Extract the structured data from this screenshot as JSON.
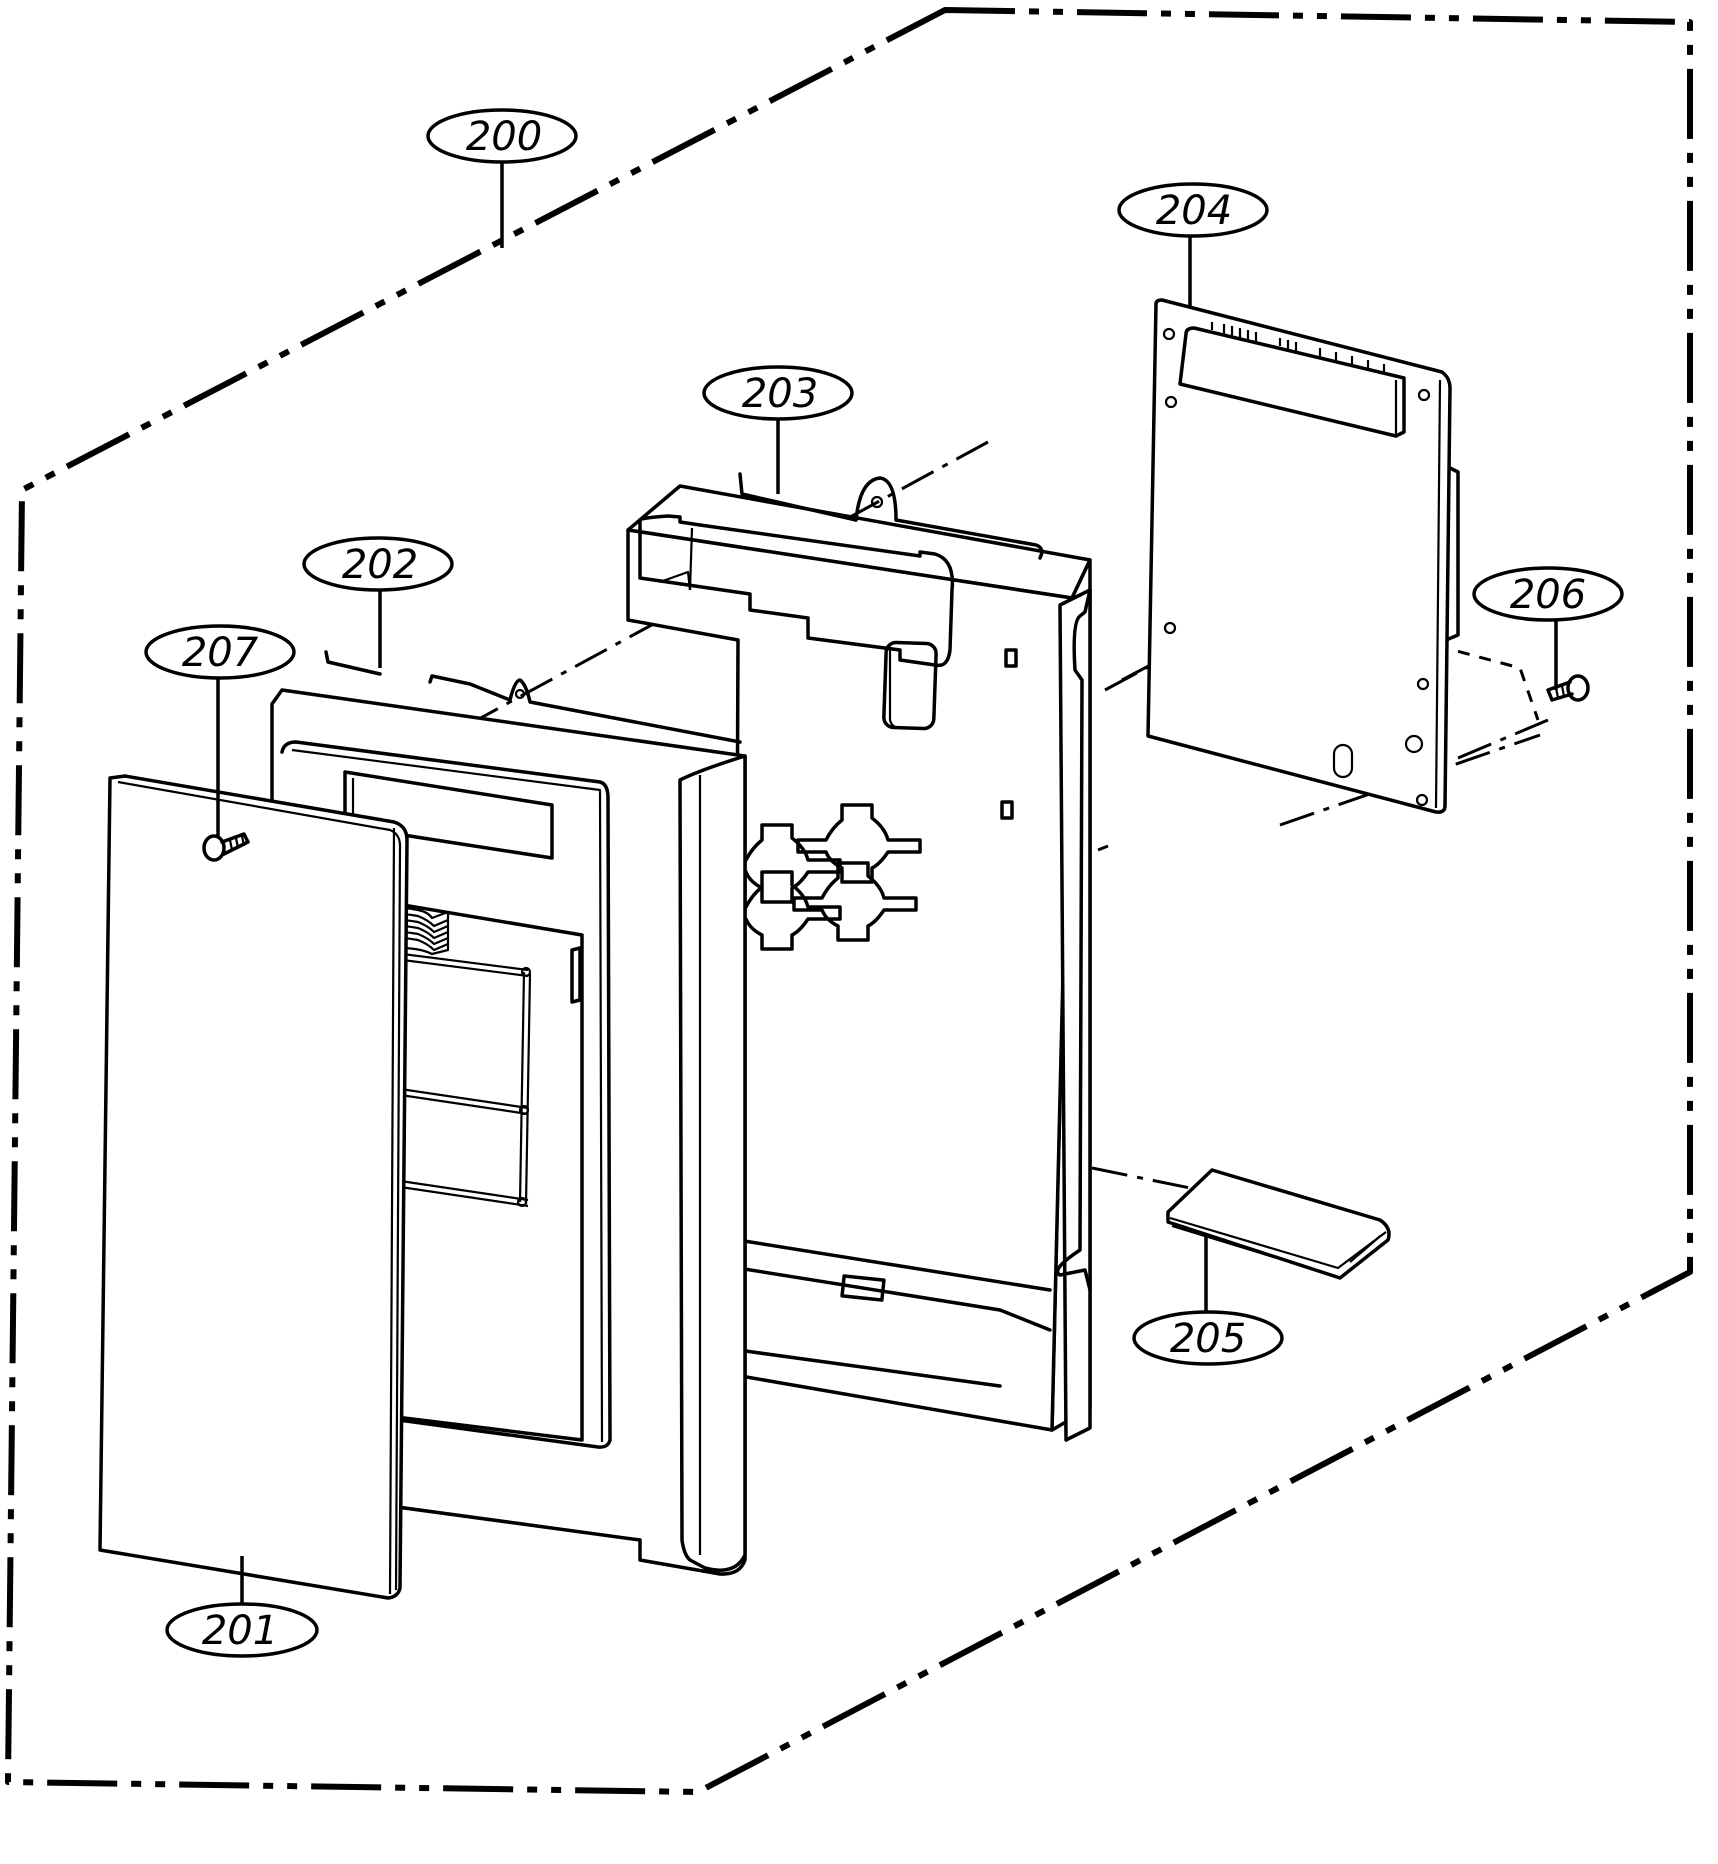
{
  "diagram": {
    "type": "exploded-parts-view",
    "background_color": "#ffffff",
    "line_color": "#000000",
    "assembly_callout": "200",
    "parts": [
      {
        "id": "200",
        "label": "200",
        "description": "assembly boundary (dash-dot frame)"
      },
      {
        "id": "201",
        "label": "201",
        "description": "front cover panel"
      },
      {
        "id": "202",
        "label": "202",
        "description": "control panel housing with membrane/ribbon cable"
      },
      {
        "id": "203",
        "label": "203",
        "description": "control panel frame with keypad cut-outs"
      },
      {
        "id": "204",
        "label": "204",
        "description": "printed circuit board with display module"
      },
      {
        "id": "205",
        "label": "205",
        "description": "small flat component"
      },
      {
        "id": "206",
        "label": "206",
        "description": "screw (PCB)"
      },
      {
        "id": "207",
        "label": "207",
        "description": "screw (housing)"
      }
    ]
  }
}
